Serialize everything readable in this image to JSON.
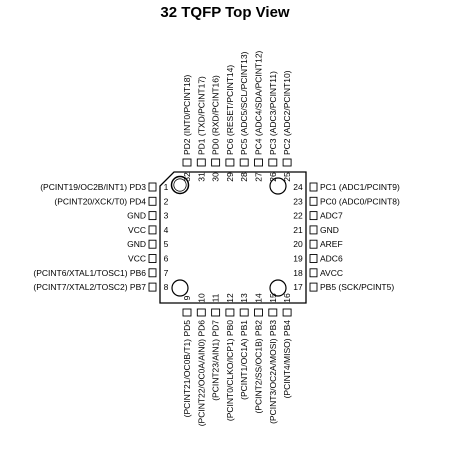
{
  "title": "32 TQFP Top View",
  "left_pins": [
    {
      "num": "1",
      "label": "(PCINT19/OC2B/INT1) PD3"
    },
    {
      "num": "2",
      "label": "(PCINT20/XCK/T0) PD4"
    },
    {
      "num": "3",
      "label": "GND"
    },
    {
      "num": "4",
      "label": "VCC"
    },
    {
      "num": "5",
      "label": "GND"
    },
    {
      "num": "6",
      "label": "VCC"
    },
    {
      "num": "7",
      "label": "(PCINT6/XTAL1/TOSC1) PB6"
    },
    {
      "num": "8",
      "label": "(PCINT7/XTAL2/TOSC2) PB7"
    }
  ],
  "right_pins": [
    {
      "num": "24",
      "label": "PC1 (ADC1/PCINT9)"
    },
    {
      "num": "23",
      "label": "PC0 (ADC0/PCINT8)"
    },
    {
      "num": "22",
      "label": "ADC7"
    },
    {
      "num": "21",
      "label": "GND"
    },
    {
      "num": "20",
      "label": "AREF"
    },
    {
      "num": "19",
      "label": "ADC6"
    },
    {
      "num": "18",
      "label": "AVCC"
    },
    {
      "num": "17",
      "label": "PB5 (SCK/PCINT5)"
    }
  ],
  "top_pins": [
    {
      "num": "32",
      "label": "PD2 (INT0/PCINT18)"
    },
    {
      "num": "31",
      "label": "PD1 (TXD/PCINT17)"
    },
    {
      "num": "30",
      "label": "PD0 (RXD/PCINT16)"
    },
    {
      "num": "29",
      "label": "PC6 (RESET/PCINT14)"
    },
    {
      "num": "28",
      "label": "PC5 (ADC5/SCL/PCINT13)"
    },
    {
      "num": "27",
      "label": "PC4 (ADC4/SDA/PCINT12)"
    },
    {
      "num": "26",
      "label": "PC3 (ADC3/PCINT11)"
    },
    {
      "num": "25",
      "label": "PC2 (ADC2/PCINT10)"
    }
  ],
  "bottom_pins": [
    {
      "num": "9",
      "label": "(PCINT21/OC0B/T1) PD5"
    },
    {
      "num": "10",
      "label": "(PCINT22/OC0A/AIN0) PD6"
    },
    {
      "num": "11",
      "label": "(PCINT23/AIN1) PD7"
    },
    {
      "num": "12",
      "label": "(PCINT0/CLKO/ICP1) PB0"
    },
    {
      "num": "13",
      "label": "(PCINT1/OC1A) PB1"
    },
    {
      "num": "14",
      "label": "(PCINT2/SS/OC1B) PB2"
    },
    {
      "num": "15",
      "label": "(PCINT3/OC2A/MOSI) PB3"
    },
    {
      "num": "16",
      "label": "(PCINT4/MISO) PB4"
    }
  ]
}
